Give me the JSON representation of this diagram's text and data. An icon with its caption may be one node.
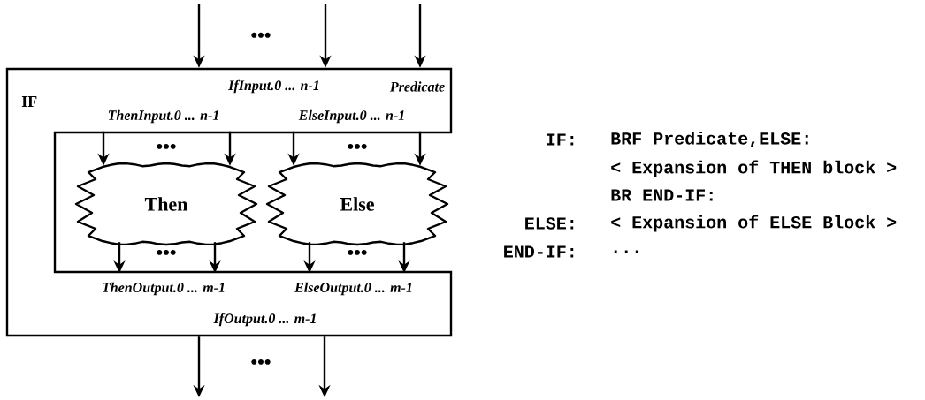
{
  "diagram": {
    "nodes": [
      {
        "text": [
          "IF",
          "IfInput.0 ... n-1",
          "Predicate",
          "ThenInput.0 ... n-1",
          "ElseInput.0 ... n-1",
          "ThenOutput.0 ... m-1",
          "ElseOutput.0 ... m-1",
          "IfOutput.0 ... m-1"
        ]
      },
      {
        "text": [
          "Then"
        ],
        "in": 0
      },
      {
        "text": [
          "Else"
        ],
        "in": 0
      }
    ],
    "edges": [
      {
        "from": null,
        "to": 0,
        "arrow": "to"
      },
      {
        "from": null,
        "to": 0,
        "arrow": "to"
      },
      {
        "from": null,
        "to": 0,
        "arrow": "to"
      },
      {
        "from": 0,
        "to": 1,
        "arrow": "to"
      },
      {
        "from": 0,
        "to": 1,
        "arrow": "to"
      },
      {
        "from": 0,
        "to": 2,
        "arrow": "to"
      },
      {
        "from": 0,
        "to": 2,
        "arrow": "to"
      },
      {
        "from": 1,
        "to": 0,
        "arrow": "to"
      },
      {
        "from": 1,
        "to": 0,
        "arrow": "to"
      },
      {
        "from": 2,
        "to": 0,
        "arrow": "to"
      },
      {
        "from": 2,
        "to": 0,
        "arrow": "to"
      },
      {
        "from": 0,
        "to": null,
        "arrow": "to"
      },
      {
        "from": 0,
        "to": null,
        "arrow": "to"
      }
    ],
    "labels": [
      "•••",
      "•••",
      "•••",
      "IF:",
      "BRF Predicate,ELSE:",
      "< Expansion of THEN block >",
      "BR END-IF:",
      "ELSE:",
      "< Expansion of ELSE Block >",
      "END-IF:",
      "...",
      "•••",
      "•••",
      "•••"
    ]
  }
}
